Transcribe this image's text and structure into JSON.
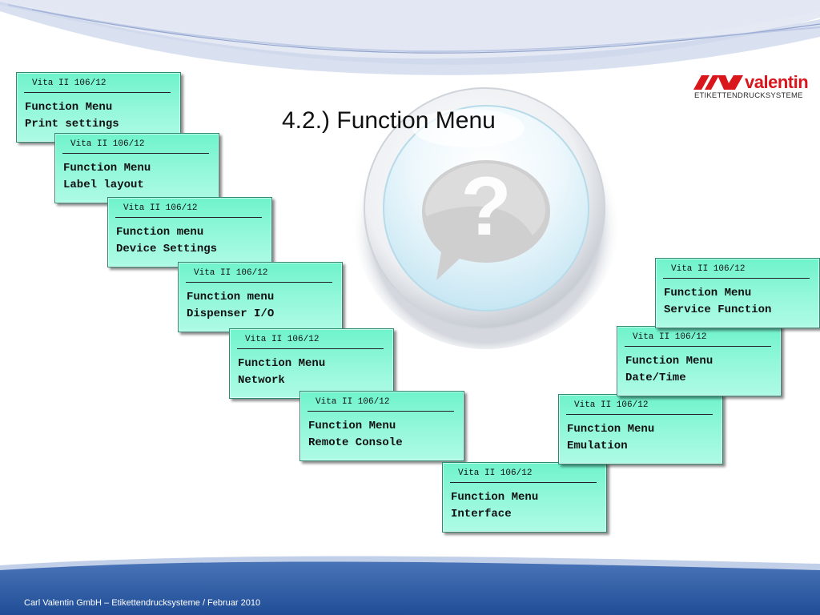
{
  "slide": {
    "title": "4.2.) Function Menu",
    "footer": "Carl Valentin GmbH – Etikettendrucksysteme / Februar 2010"
  },
  "logo": {
    "name": "valentin",
    "subtitle": "ETIKETTENDRUCKSYSTEME"
  },
  "help_bubble": {
    "icon": "question-speech-bubble-icon"
  },
  "colors": {
    "lcd_green": "#8ff7d6",
    "band_blue": "#2c5aa0",
    "logo_red": "#d8161c"
  },
  "screens": [
    {
      "id": "print-settings",
      "model": "Vita II 106/12",
      "line1": "Function Menu",
      "line2": "Print settings"
    },
    {
      "id": "label-layout",
      "model": "Vita II 106/12",
      "line1": "Function Menu",
      "line2": "Label layout"
    },
    {
      "id": "device-settings",
      "model": "Vita II 106/12",
      "line1": "Function menu",
      "line2": "Device Settings"
    },
    {
      "id": "dispenser-io",
      "model": "Vita II 106/12",
      "line1": "Function menu",
      "line2": "Dispenser I/O"
    },
    {
      "id": "network",
      "model": "Vita II 106/12",
      "line1": "Function Menu",
      "line2": "Network"
    },
    {
      "id": "remote-console",
      "model": "Vita II 106/12",
      "line1": "Function Menu",
      "line2": "Remote Console"
    },
    {
      "id": "interface",
      "model": "Vita II 106/12",
      "line1": "Function Menu",
      "line2": "Interface"
    },
    {
      "id": "emulation",
      "model": "Vita II 106/12",
      "line1": "Function Menu",
      "line2": "Emulation"
    },
    {
      "id": "date-time",
      "model": "Vita II 106/12",
      "line1": "Function Menu",
      "line2": "Date/Time"
    },
    {
      "id": "service-function",
      "model": "Vita II 106/12",
      "line1": "Function Menu",
      "line2": "Service Function"
    }
  ]
}
